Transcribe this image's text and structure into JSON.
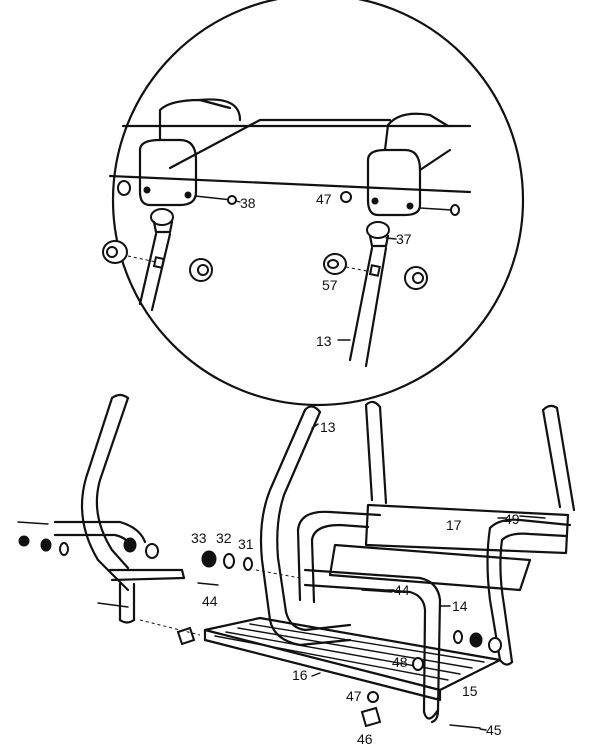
{
  "callouts": {
    "c38": "38",
    "c47_top": "47",
    "c37": "37",
    "c57": "57",
    "c13_top": "13",
    "c13": "13",
    "c17": "17",
    "c49": "49",
    "c33": "33",
    "c32": "32",
    "c31": "31",
    "c44_left": "44",
    "c44_right": "44",
    "c14": "14",
    "c48": "48",
    "c16": "16",
    "c15": "15",
    "c47": "47",
    "c46": "46",
    "c45": "45"
  }
}
